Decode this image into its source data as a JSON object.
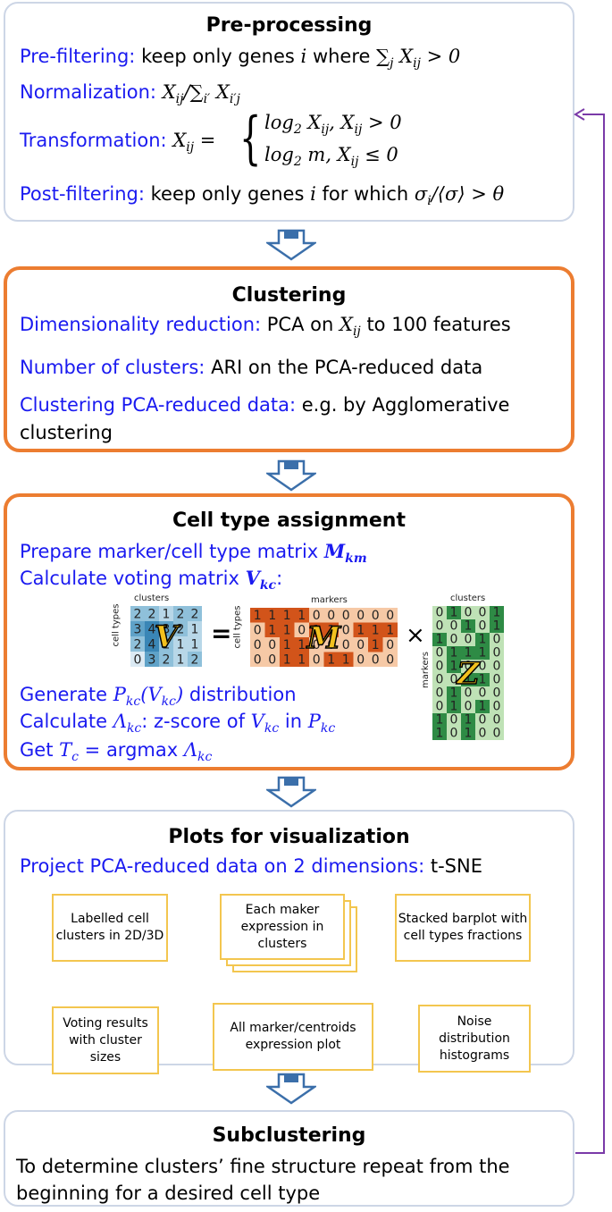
{
  "preprocessing": {
    "title": "Pre-processing",
    "prefilter_label": "Pre-filtering:",
    "prefilter_text": "keep only genes",
    "prefilter_var": "i",
    "prefilter_where": "where",
    "prefilter_cond": "> 0",
    "norm_label": "Normalization:",
    "transform_label": "Transformation:",
    "transform_case1": ", X",
    "transform_case1_cond": "> 0",
    "transform_case2": "m, X",
    "transform_case2_cond": "≤ 0",
    "postfilter_label": "Post-filtering:",
    "postfilter_text": "keep only genes",
    "postfilter_for": "for which",
    "postfilter_cond": "/⟨σ⟩ > θ"
  },
  "clustering": {
    "title": "Clustering",
    "dimred_label": "Dimensionality reduction:",
    "dimred_text_a": "PCA on",
    "dimred_text_b": "to 100 features",
    "nclusters_label": "Number of clusters:",
    "nclusters_text": "ARI on the PCA-reduced data",
    "method_label": "Clustering PCA-reduced data:",
    "method_text": "e.g. by Agglomerative clustering"
  },
  "celltype": {
    "title": "Cell type assignment",
    "line1": "Prepare marker/cell type matrix",
    "line2": "Calculate voting matrix",
    "line3a": "Generate",
    "line3b": "distribution",
    "line4a": "Calculate",
    "line4b": ": z-score of",
    "line4c": "in",
    "line5a": "Get",
    "line5b": "= argmax",
    "mat_v": {
      "label_top": "clusters",
      "label_side": "cell types",
      "letter": "V",
      "rows": [
        [
          "2",
          "2",
          "1",
          "2",
          "2"
        ],
        [
          "3",
          "4",
          "3",
          "2",
          "1"
        ],
        [
          "2",
          "4",
          "2",
          "1",
          "1"
        ],
        [
          "0",
          "3",
          "2",
          "1",
          "2"
        ]
      ]
    },
    "mat_m": {
      "label_top": "markers",
      "label_side": "cell types",
      "letter": "M",
      "rows": [
        [
          "1",
          "1",
          "1",
          "1",
          "0",
          "0",
          "0",
          "0",
          "0",
          "0"
        ],
        [
          "0",
          "1",
          "1",
          "0",
          "1",
          "1",
          "0",
          "1",
          "1",
          "1"
        ],
        [
          "0",
          "0",
          "1",
          "1",
          "0",
          "0",
          "0",
          "0",
          "1",
          "0"
        ],
        [
          "0",
          "0",
          "1",
          "1",
          "0",
          "1",
          "1",
          "0",
          "0",
          "0"
        ]
      ]
    },
    "mat_z": {
      "label_top": "clusters",
      "label_side": "markers",
      "letter": "Z",
      "rows": [
        [
          "0",
          "1",
          "0",
          "0",
          "1"
        ],
        [
          "0",
          "0",
          "1",
          "0",
          "1"
        ],
        [
          "1",
          "0",
          "0",
          "1",
          "0"
        ],
        [
          "0",
          "1",
          "1",
          "1",
          "0"
        ],
        [
          "0",
          "1",
          "0",
          "0",
          "0"
        ],
        [
          "0",
          "0",
          "1",
          "1",
          "0"
        ],
        [
          "0",
          "1",
          "0",
          "0",
          "0"
        ],
        [
          "0",
          "1",
          "0",
          "1",
          "0"
        ],
        [
          "1",
          "0",
          "1",
          "0",
          "0"
        ],
        [
          "1",
          "0",
          "1",
          "0",
          "0"
        ]
      ]
    },
    "equals": "=",
    "times": "×"
  },
  "plots": {
    "title": "Plots for visualization",
    "project_label": "Project PCA-reduced data on 2 dimensions:",
    "project_method": "t-SNE",
    "items": [
      "Labelled cell clusters in 2D/3D",
      "Each maker expression in clusters",
      "Stacked barplot with cell types fractions",
      "Voting results with cluster sizes",
      "All marker/centroids expression plot",
      "Noise distribution histograms"
    ]
  },
  "subclustering": {
    "title": "Subclustering",
    "text": "To determine clusters’ fine structure repeat from the beginning for a desired cell type"
  },
  "colors": {
    "label_blue": "#1a1af0",
    "orange": "#ec7d31",
    "gray_border": "#cdd6e6",
    "yellow": "#f3c64f",
    "loop": "#7a3aa8",
    "arrow": "#3b6faa"
  }
}
